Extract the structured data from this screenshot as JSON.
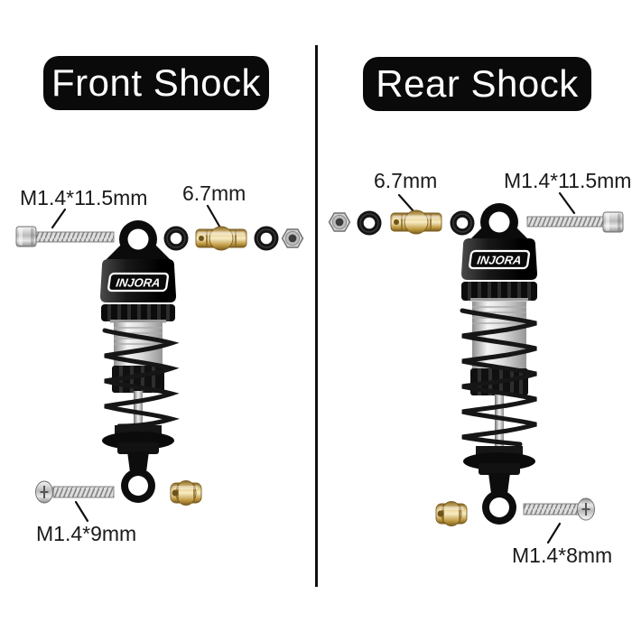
{
  "brand": "INJORA",
  "panels": [
    {
      "id": "front",
      "title": "Front Shock",
      "labels": {
        "screw_top": "M1.4*11.5mm",
        "ball": "6.7mm",
        "screw_bottom": "M1.4*9mm"
      }
    },
    {
      "id": "rear",
      "title": "Rear Shock",
      "labels": {
        "ball": "6.7mm",
        "screw_top": "M1.4*11.5mm",
        "screw_bottom": "M1.4*8mm"
      }
    }
  ],
  "colors": {
    "background": "#ffffff",
    "title_bg": "#0a0a0a",
    "title_text": "#ffffff",
    "label_text": "#1a1a1a",
    "divider": "#111111",
    "shock_black": "#0d0d0d",
    "brass": "#c9a44f",
    "metal_silver": "#d9d9d9"
  }
}
